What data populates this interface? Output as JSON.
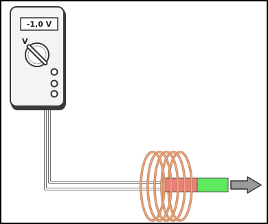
{
  "multimeter": {
    "display_reading": "-1,0 V",
    "range_label": "V"
  },
  "colors": {
    "frame": "#000000",
    "meter_body": "#f4f4f4",
    "meter_outline": "#3a3a3a",
    "wire": "#8a8a8a",
    "coil": "#e8a882",
    "coil_edge": "#c07a50",
    "magnet_north": "#ef7d7d",
    "magnet_south": "#5ee85e",
    "arrow": "#9a9a9a"
  },
  "icons": {
    "dial": "rotary-selector-knob",
    "arrow": "motion-arrow-right"
  }
}
